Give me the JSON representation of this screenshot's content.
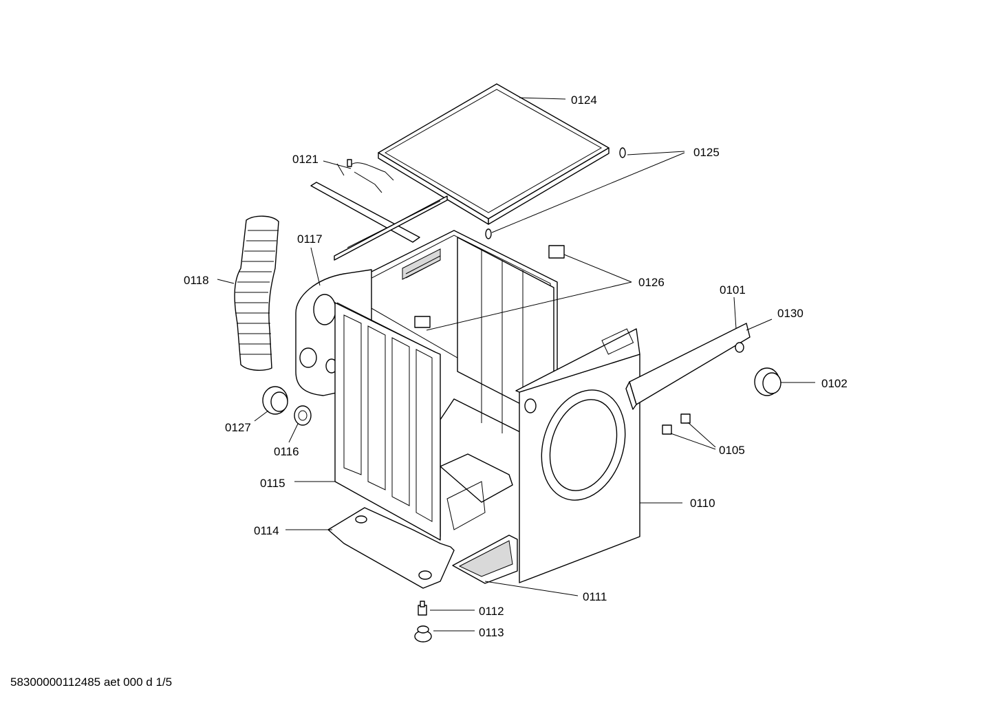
{
  "labels": {
    "p0124": "0124",
    "p0125": "0125",
    "p0121": "0121",
    "p0117": "0117",
    "p0118": "0118",
    "p0126": "0126",
    "p0101": "0101",
    "p0130": "0130",
    "p0102": "0102",
    "p0127": "0127",
    "p0116": "0116",
    "p0105": "0105",
    "p0115": "0115",
    "p0110": "0110",
    "p0114": "0114",
    "p0111": "0111",
    "p0112": "0112",
    "p0113": "0113"
  },
  "footer": "58300000112485 aet 000 d 1/5"
}
